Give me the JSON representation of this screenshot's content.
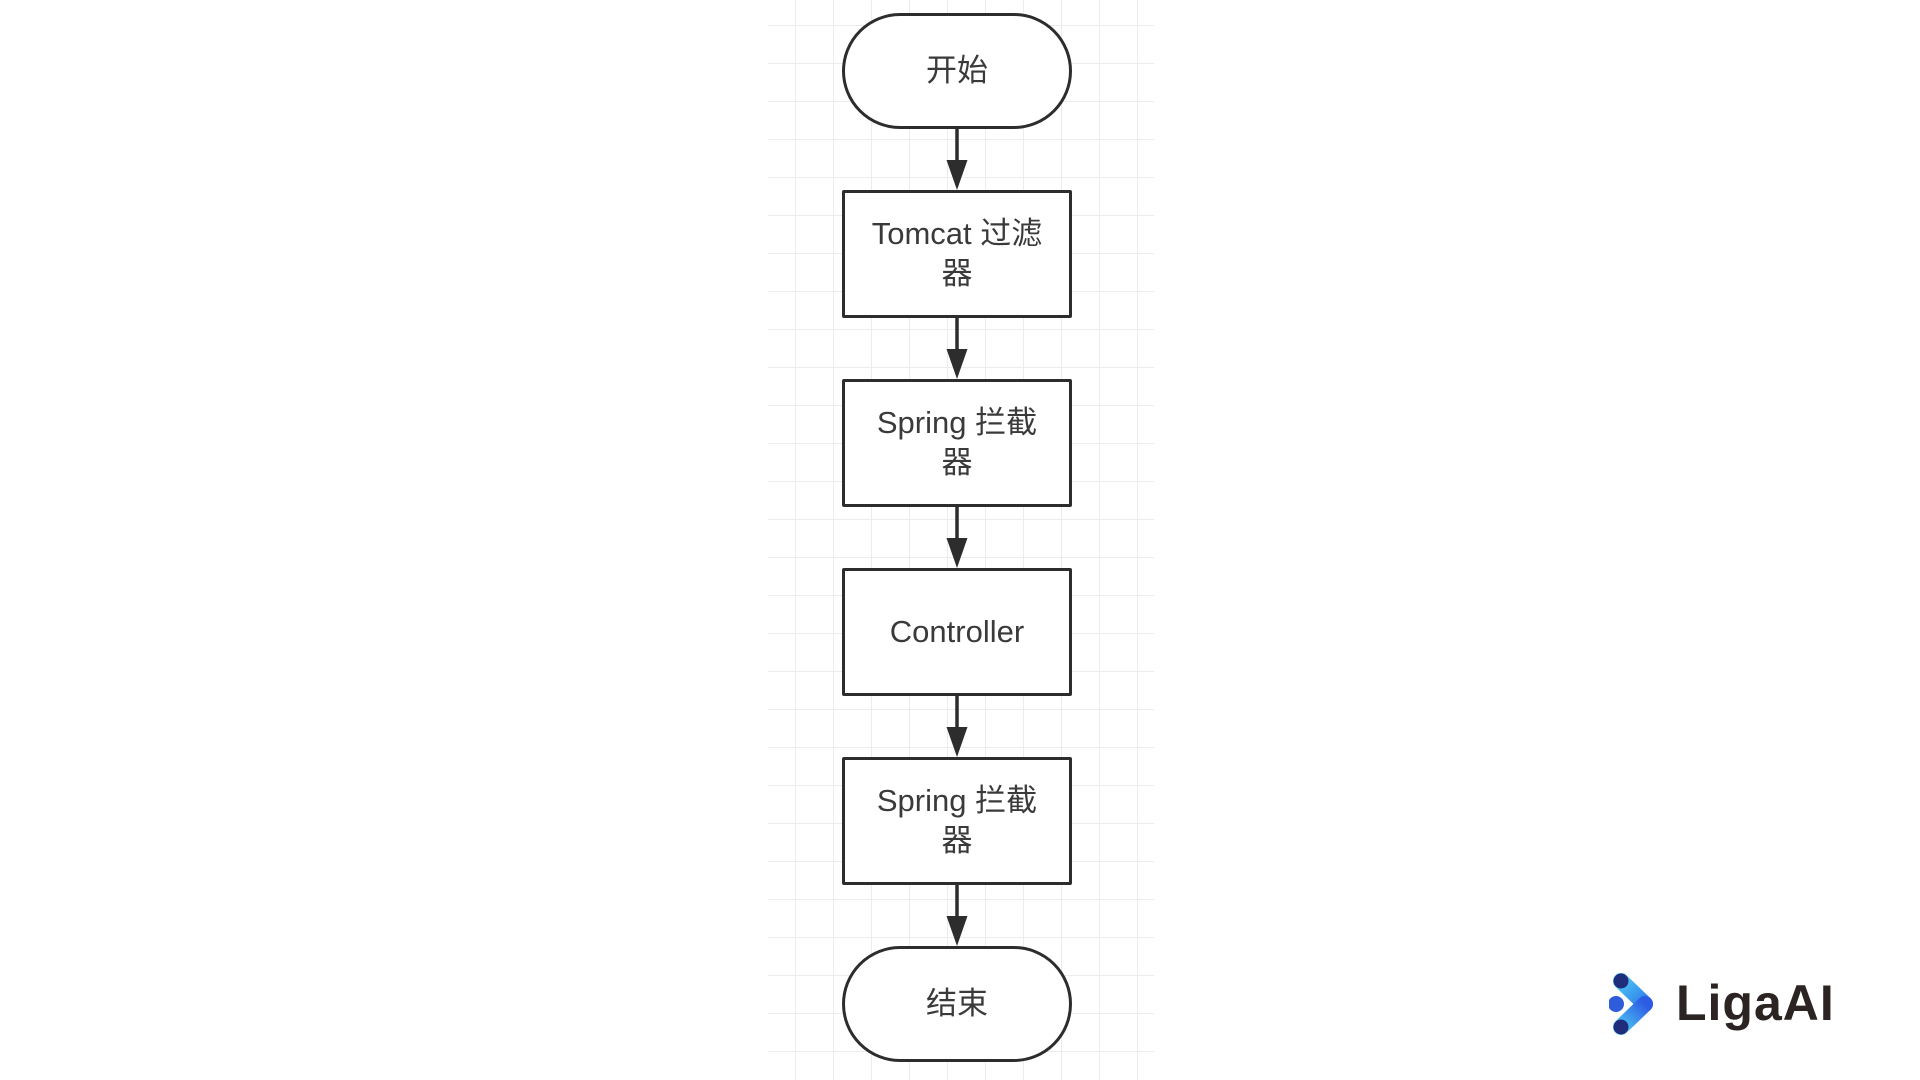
{
  "canvas": {
    "grid_color": "#ececec",
    "background": "#ffffff"
  },
  "flow": {
    "stroke_color": "#2d2d2d",
    "text_color": "#3a3a3a",
    "nodes": [
      {
        "id": "start",
        "type": "terminal",
        "label": "开始"
      },
      {
        "id": "tomcat-filter",
        "type": "process",
        "label": "Tomcat 过滤器"
      },
      {
        "id": "spring-interceptor-1",
        "type": "process",
        "label": "Spring 拦截器"
      },
      {
        "id": "controller",
        "type": "process",
        "label": "Controller"
      },
      {
        "id": "spring-interceptor-2",
        "type": "process",
        "label": "Spring 拦截器"
      },
      {
        "id": "end",
        "type": "terminal",
        "label": "结束"
      }
    ]
  },
  "brand": {
    "name": "LigaAI",
    "icon": "ligaai-chevron-logo-icon",
    "text_color": "#2b2422",
    "icon_colors": {
      "light_blue": "#4cc3f2",
      "mid_blue": "#2f7ceb",
      "deep_blue": "#2d5ce4",
      "end_cap_navy": "#202d7c",
      "dot_blue": "#2f5cd8"
    }
  }
}
